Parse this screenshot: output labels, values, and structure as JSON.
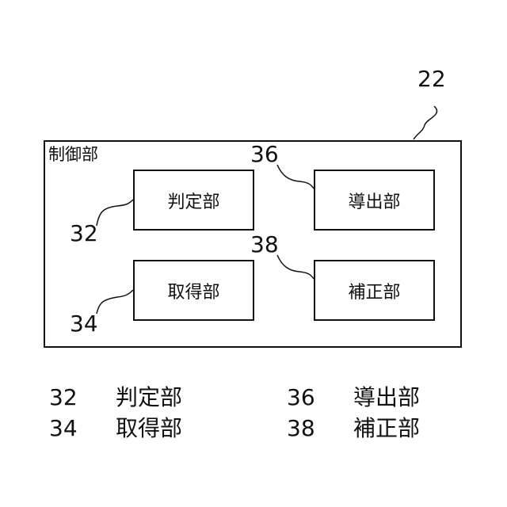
{
  "figure_ref": "22",
  "controller": {
    "title": "制御部"
  },
  "units": {
    "judgment": {
      "ref": "32",
      "label": "判定部"
    },
    "acquisition": {
      "ref": "34",
      "label": "取得部"
    },
    "derivation": {
      "ref": "36",
      "label": "導出部"
    },
    "correction": {
      "ref": "38",
      "label": "補正部"
    }
  },
  "legend": [
    {
      "ref": "32",
      "label": "判定部"
    },
    {
      "ref": "34",
      "label": "取得部"
    },
    {
      "ref": "36",
      "label": "導出部"
    },
    {
      "ref": "38",
      "label": "補正部"
    }
  ]
}
